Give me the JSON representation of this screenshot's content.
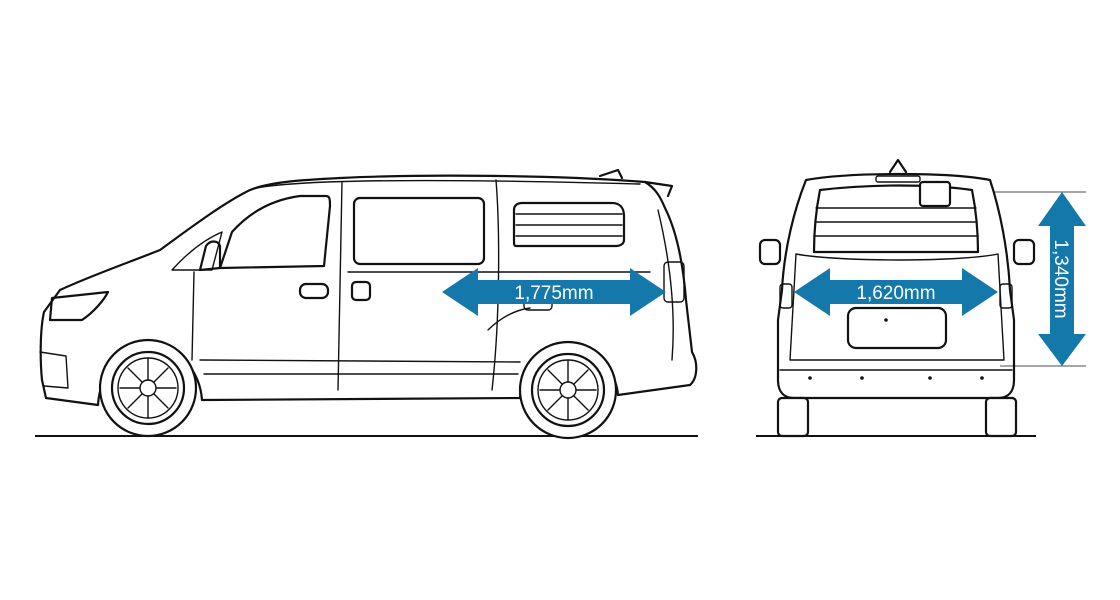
{
  "dimensions": {
    "side_length": "1,775mm",
    "rear_width": "1,620mm",
    "rear_height": "1,340mm"
  },
  "colors": {
    "arrow": "#1479aa",
    "line": "#111111",
    "background": "#ffffff"
  }
}
